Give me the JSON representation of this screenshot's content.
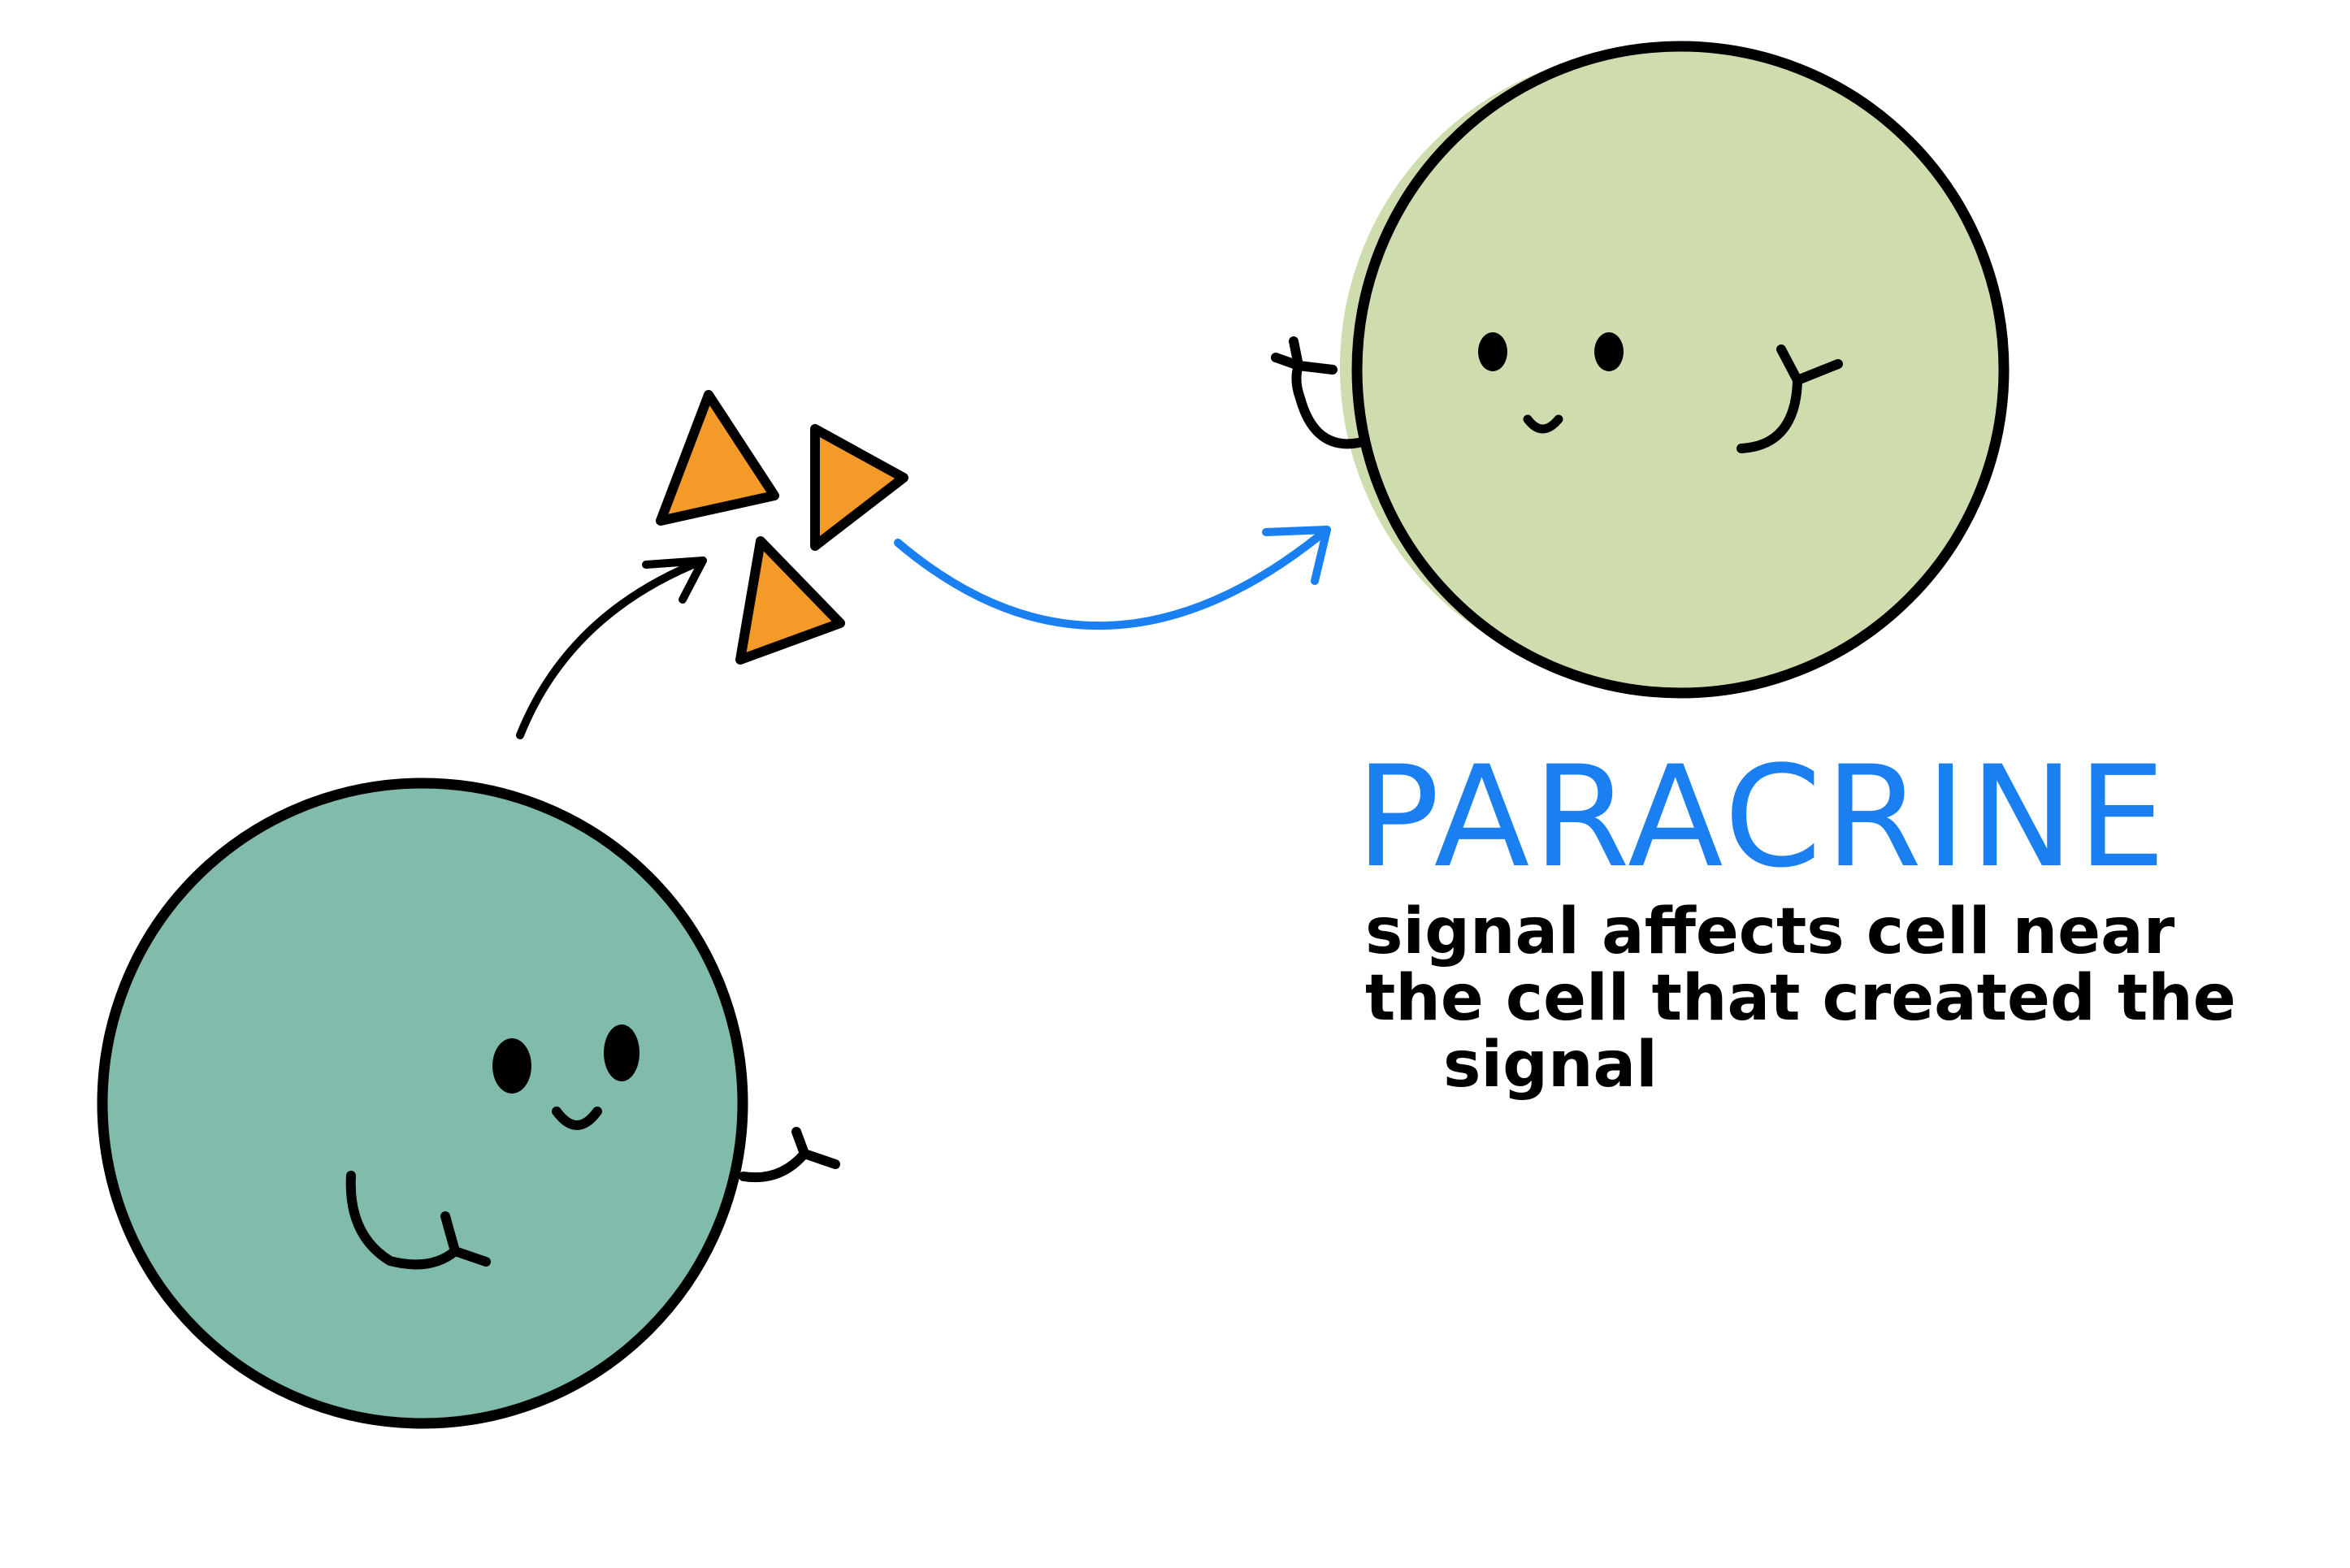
{
  "diagram": {
    "title": "PARACRINE",
    "description_lines": [
      "signal affects cell near",
      "the cell that created the",
      "signal"
    ]
  },
  "colors": {
    "title": "#1a7ff0",
    "signaling_arrow": "#1a7ff0",
    "outline": "#000000",
    "sending_cell_fill": "#81bbac",
    "target_cell_fill": "#cfddae",
    "signal_molecule_fill": "#f39a28",
    "background": "#ffffff"
  },
  "icons": {
    "sending_cell": "smiling-cell-icon",
    "target_cell": "smiling-cell-icon",
    "signal_molecules": "triangle-icon"
  }
}
